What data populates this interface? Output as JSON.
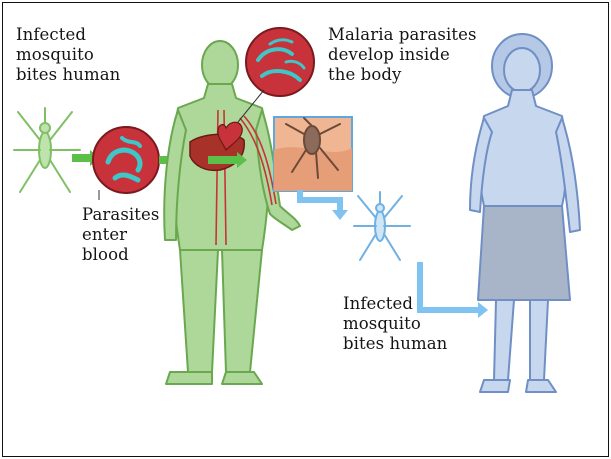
{
  "labels": {
    "infected_bite_1": [
      "Infected",
      "mosquito",
      "bites human"
    ],
    "parasites_develop": [
      "Malaria parasites",
      "develop inside",
      "the body"
    ],
    "parasites_enter": [
      "Parasites",
      "enter",
      "blood"
    ],
    "infected_bite_2": [
      "Infected",
      "mosquito",
      "bites human"
    ]
  },
  "colors": {
    "infected_figure": "#aed79a",
    "infected_outline": "#6aa84f",
    "healthy_figure": "#c7d7ee",
    "healthy_outline": "#6f8fc5",
    "parasite_circle": "#c8323b",
    "parasite_worm": "#3ec6c9",
    "arrow_green": "#5cbf4a",
    "arrow_blue": "#7fc3f0",
    "liver": "#a8322a",
    "skin_patch": "#f0b592"
  },
  "icons": [
    "mosquito-icon",
    "parasite-icon",
    "liver-icon",
    "heart-icon",
    "blood-vessel-icon"
  ]
}
